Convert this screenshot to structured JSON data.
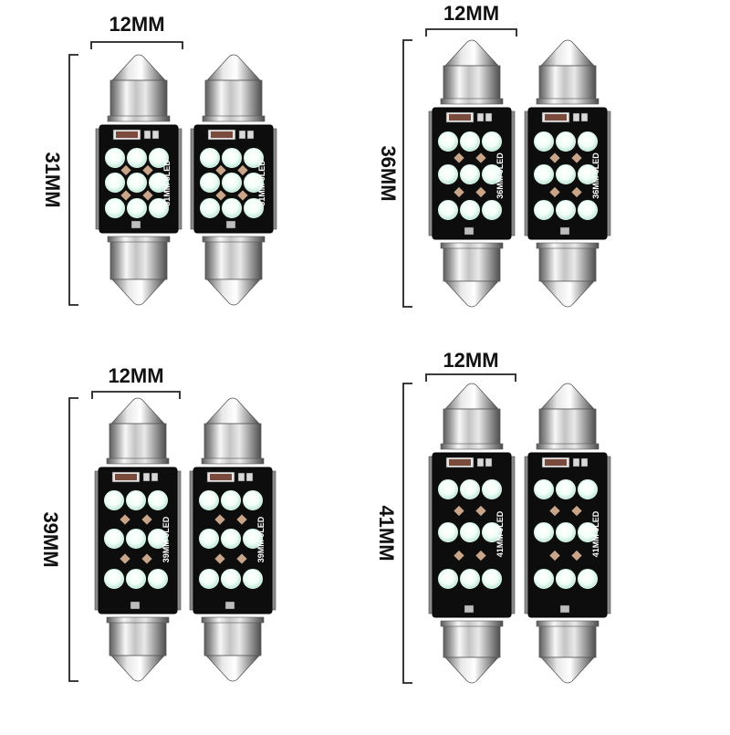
{
  "quadrants": [
    {
      "width_label": "12MM",
      "length_label": "31MM",
      "pcb_label": "31MM 9LED",
      "bulb_count": 2
    },
    {
      "width_label": "12MM",
      "length_label": "36MM",
      "pcb_label": "36MM 9LED",
      "bulb_count": 2
    },
    {
      "width_label": "12MM",
      "length_label": "39MM",
      "pcb_label": "39MM 9LED",
      "bulb_count": 2
    },
    {
      "width_label": "12MM",
      "length_label": "41MM",
      "pcb_label": "41MM 9LED",
      "bulb_count": 2
    }
  ],
  "colors": {
    "pcb": "#0d0d0d",
    "led_white": "#f2fff8",
    "led_glow": "#d9f5ea",
    "diode_tan": "#c9a58a",
    "resistor_brown": "#7a4a3c",
    "metal_light": "#f4f4f4",
    "metal_dark": "#6e6e6e"
  }
}
